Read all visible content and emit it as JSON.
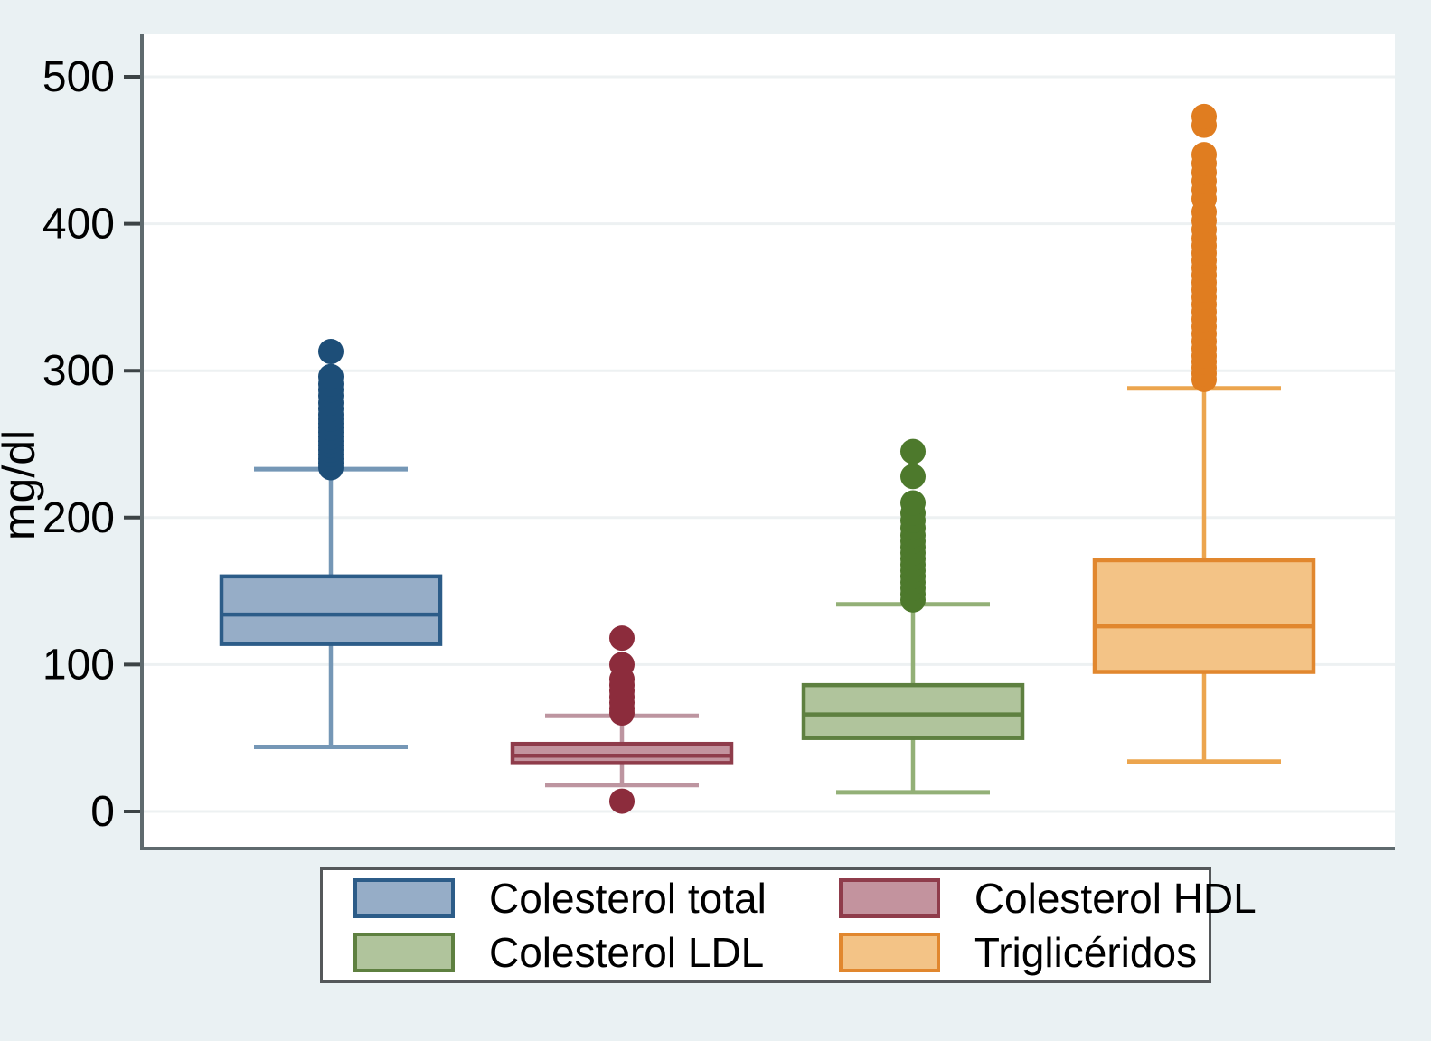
{
  "figure": {
    "background_color": "#eaf1f3",
    "plot_background_color": "#ffffff",
    "gridline_color": "#edf1f2",
    "axis_line_color": "#5f6a6e",
    "tick_color": "#3c4345",
    "text_color": "#000000"
  },
  "chart_data": {
    "type": "boxplot",
    "title": "",
    "xlabel": "",
    "ylabel": "mg/dl",
    "ylim": [
      -25,
      530
    ],
    "yticks": [
      0,
      100,
      200,
      300,
      400,
      500
    ],
    "grid": "horizontal gridlines at y ticks",
    "legend_position": "bottom-center, 2 columns x 2 rows",
    "legend_order": [
      "Colesterol total",
      "Colesterol HDL",
      "Colesterol LDL",
      "Triglicéridos"
    ],
    "series": [
      {
        "name": "Colesterol total",
        "whisker_low": 44,
        "q1": 114,
        "median": 134,
        "q3": 160,
        "whisker_high": 233,
        "outliers": [
          234,
          237,
          240,
          243,
          246,
          249,
          252,
          255,
          258,
          261,
          264,
          267,
          270,
          274,
          278,
          283,
          287,
          291,
          296,
          313
        ],
        "colors": {
          "fill": "#96adc7",
          "border": "#2c5c88",
          "whisker": "#7597b6",
          "dots": "#1d4e78"
        }
      },
      {
        "name": "Colesterol HDL",
        "whisker_low": 18,
        "q1": 33,
        "median": 38,
        "q3": 46,
        "whisker_high": 65,
        "outliers": [
          7,
          67,
          70,
          74,
          78,
          82,
          86,
          90,
          100,
          118
        ],
        "colors": {
          "fill": "#c3939e",
          "border": "#8f3c4b",
          "whisker": "#bd95a0",
          "dots": "#8c2c3c"
        }
      },
      {
        "name": "Colesterol LDL",
        "whisker_low": 13,
        "q1": 50,
        "median": 66,
        "q3": 86,
        "whisker_high": 141,
        "outliers": [
          144,
          148,
          152,
          156,
          160,
          164,
          168,
          172,
          176,
          180,
          184,
          188,
          193,
          198,
          203,
          210,
          228,
          245
        ],
        "colors": {
          "fill": "#b0c49c",
          "border": "#5e8040",
          "whisker": "#93b077",
          "dots": "#4d792c"
        }
      },
      {
        "name": "Triglicéridos",
        "whisker_low": 34,
        "q1": 95,
        "median": 126,
        "q3": 171,
        "whisker_high": 288,
        "outliers": [
          294,
          298,
          302,
          306,
          310,
          315,
          320,
          325,
          330,
          335,
          340,
          345,
          350,
          355,
          360,
          365,
          370,
          375,
          380,
          385,
          390,
          396,
          402,
          408,
          417,
          423,
          429,
          435,
          441,
          447,
          467,
          473
        ],
        "colors": {
          "fill": "#f3c386",
          "border": "#e1872e",
          "whisker": "#eca54e",
          "dots": "#e07d20"
        }
      }
    ]
  }
}
